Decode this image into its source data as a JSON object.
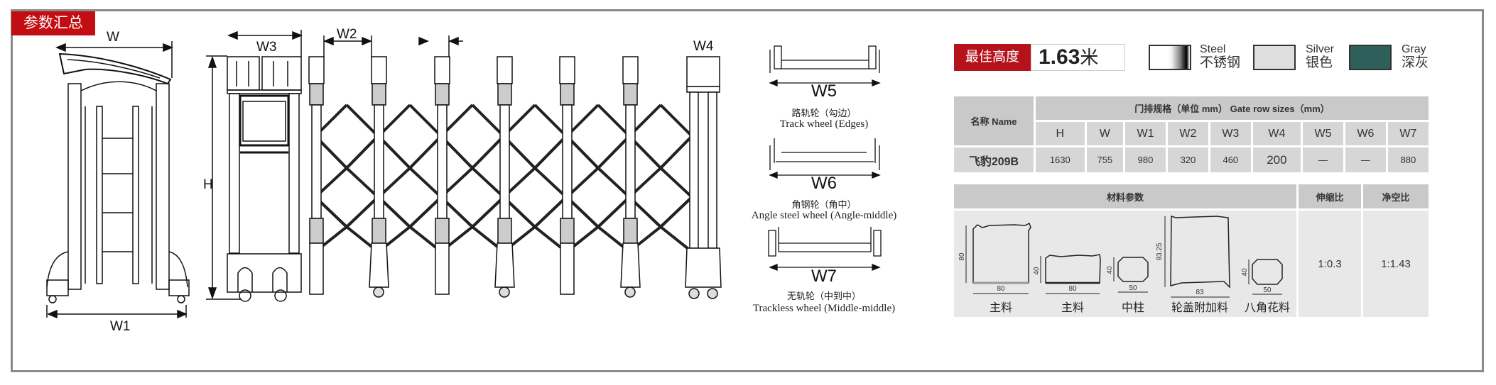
{
  "section_tag": "参数汇总",
  "dimension_labels": {
    "W": "W",
    "W1": "W1",
    "W2": "W2",
    "W3": "W3",
    "W4": "W4",
    "H": "H"
  },
  "wheels": [
    {
      "label": "W5",
      "name_cn": "路轨轮（勾边）",
      "name_en": "Track wheel (Edges)"
    },
    {
      "label": "W6",
      "name_cn": "角钢轮（角中）",
      "name_en": "Angle steel wheel (Angle-middle)"
    },
    {
      "label": "W7",
      "name_cn": "无轨轮（中到中）",
      "name_en": "Trackless wheel (Middle-middle)"
    }
  ],
  "best_height": {
    "label": "最佳高度",
    "value": "1.63",
    "unit": "米"
  },
  "colors": [
    {
      "en": "Steel",
      "cn": "不锈钢"
    },
    {
      "en": "Silver",
      "cn": "银色",
      "hex": "#dedede"
    },
    {
      "en": "Gray",
      "cn": "深灰",
      "hex": "#2f5f5b"
    }
  ],
  "spec_table": {
    "name_header": "名称 Name",
    "group_header": "门排规格（单位 mm） Gate row sizes（mm）",
    "columns": [
      "H",
      "W",
      "W1",
      "W2",
      "W3",
      "W4",
      "W5",
      "W6",
      "W7"
    ],
    "row": {
      "name": "飞豹209B",
      "values": [
        "1630",
        "755",
        "980",
        "320",
        "460",
        "200",
        "—",
        "—",
        "880"
      ]
    }
  },
  "material_table": {
    "headers": [
      "材料参数",
      "伸缩比",
      "净空比"
    ],
    "profiles": [
      {
        "name": "主料",
        "height": "80",
        "width": "80"
      },
      {
        "name": "主料",
        "height": "40",
        "width": "80"
      },
      {
        "name": "中柱",
        "height": "40",
        "width": "50"
      },
      {
        "name": "轮盖附加料",
        "height": "93.25",
        "width": "83"
      },
      {
        "name": "八角花料",
        "height": "40",
        "width": "50"
      }
    ],
    "stretch_ratio": "1:0.3",
    "clearance_ratio": "1:1.43"
  }
}
